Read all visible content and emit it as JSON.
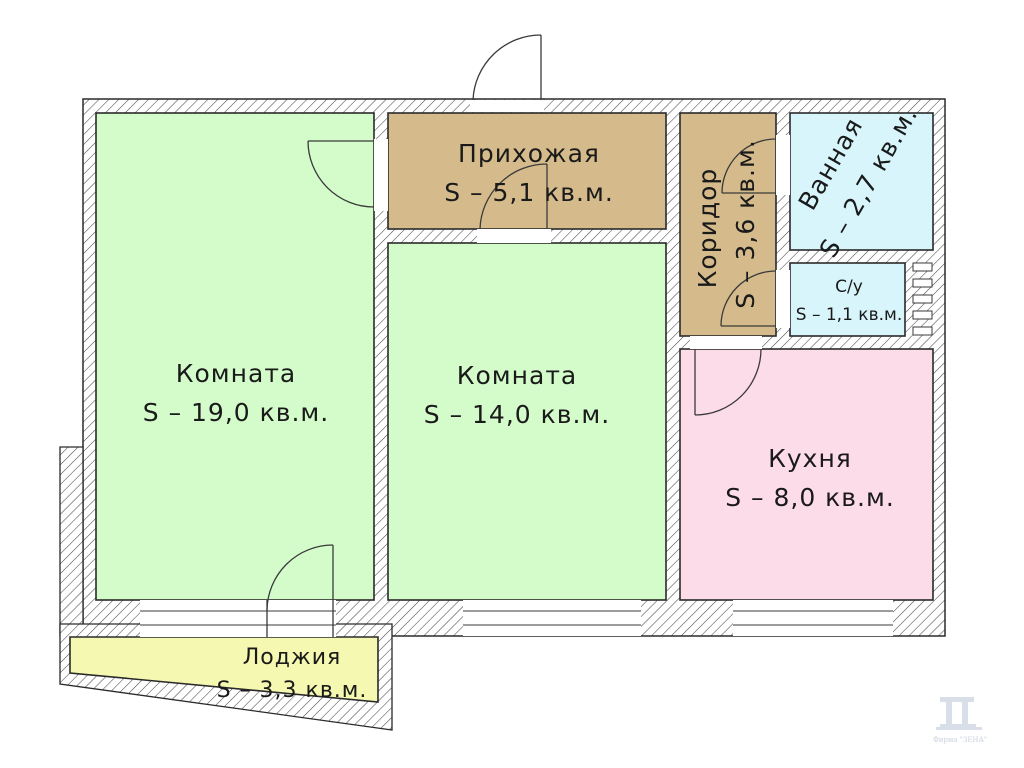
{
  "floor_plan": {
    "rooms": [
      {
        "id": "room-1",
        "name": "Комната",
        "area": "S – 19,0 кв.м.",
        "color": "#d4fccb"
      },
      {
        "id": "room-2",
        "name": "Комната",
        "area": "S – 14,0 кв.м.",
        "color": "#d4fccb"
      },
      {
        "id": "hallway",
        "name": "Прихожая",
        "area": "S – 5,1 кв.м.",
        "color": "#d5bb8c"
      },
      {
        "id": "corridor",
        "name": "Коридор",
        "area": "S – 3,6 кв.м.",
        "color": "#d5bb8c"
      },
      {
        "id": "bathroom",
        "name": "Ванная",
        "area": "S – 2,7 кв.м.",
        "color": "#d7f5fb"
      },
      {
        "id": "toilet",
        "name": "С/у",
        "area": "S – 1,1 кв.м.",
        "color": "#d7f5fb"
      },
      {
        "id": "kitchen",
        "name": "Кухня",
        "area": "S – 8,0 кв.м.",
        "color": "#fddcea"
      },
      {
        "id": "loggia",
        "name": "Лоджия",
        "area": "S – 3,3 кв.м.",
        "color": "#f5f8b0"
      }
    ],
    "wall_color": "#ffffff",
    "hatch_color": "#444444",
    "watermark": "Фирма \"ЗЕНА\""
  }
}
